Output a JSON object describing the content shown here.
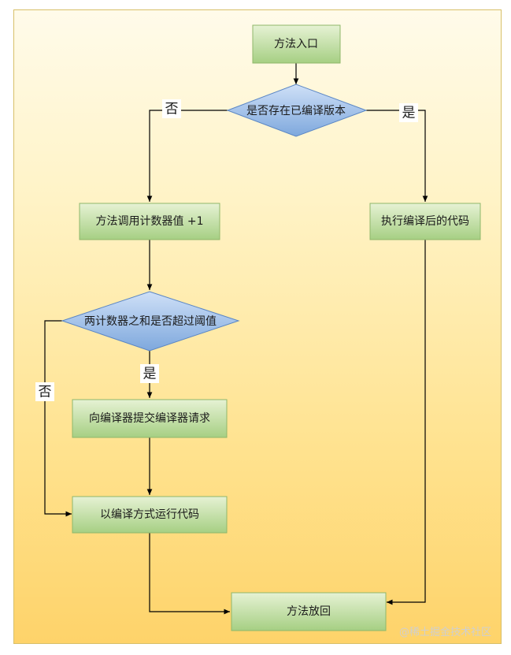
{
  "nodes": {
    "entry": "方法入口",
    "check_compiled": "是否存在已编译版本",
    "increment_counter": "方法调用计数器值 +1",
    "run_compiled": "执行编译后的代码",
    "threshold_check": "两计数器之和是否超过阈值",
    "submit_request": "向编译器提交编译器请求",
    "run_interpreted": "以编译方式运行代码",
    "method_return": "方法放回"
  },
  "edge_labels": {
    "no_1": "否",
    "yes_1": "是",
    "yes_2": "是",
    "no_2": "否"
  },
  "watermark": "@稀土掘金技术社区",
  "colors": {
    "box_fill_top": "#e6f2d4",
    "box_fill_bottom": "#a6cf83",
    "diamond_fill_top": "#cfe0f7",
    "diamond_fill_bottom": "#7ea8dd",
    "background_top": "#fffbea",
    "background_bottom": "#fed36a"
  }
}
